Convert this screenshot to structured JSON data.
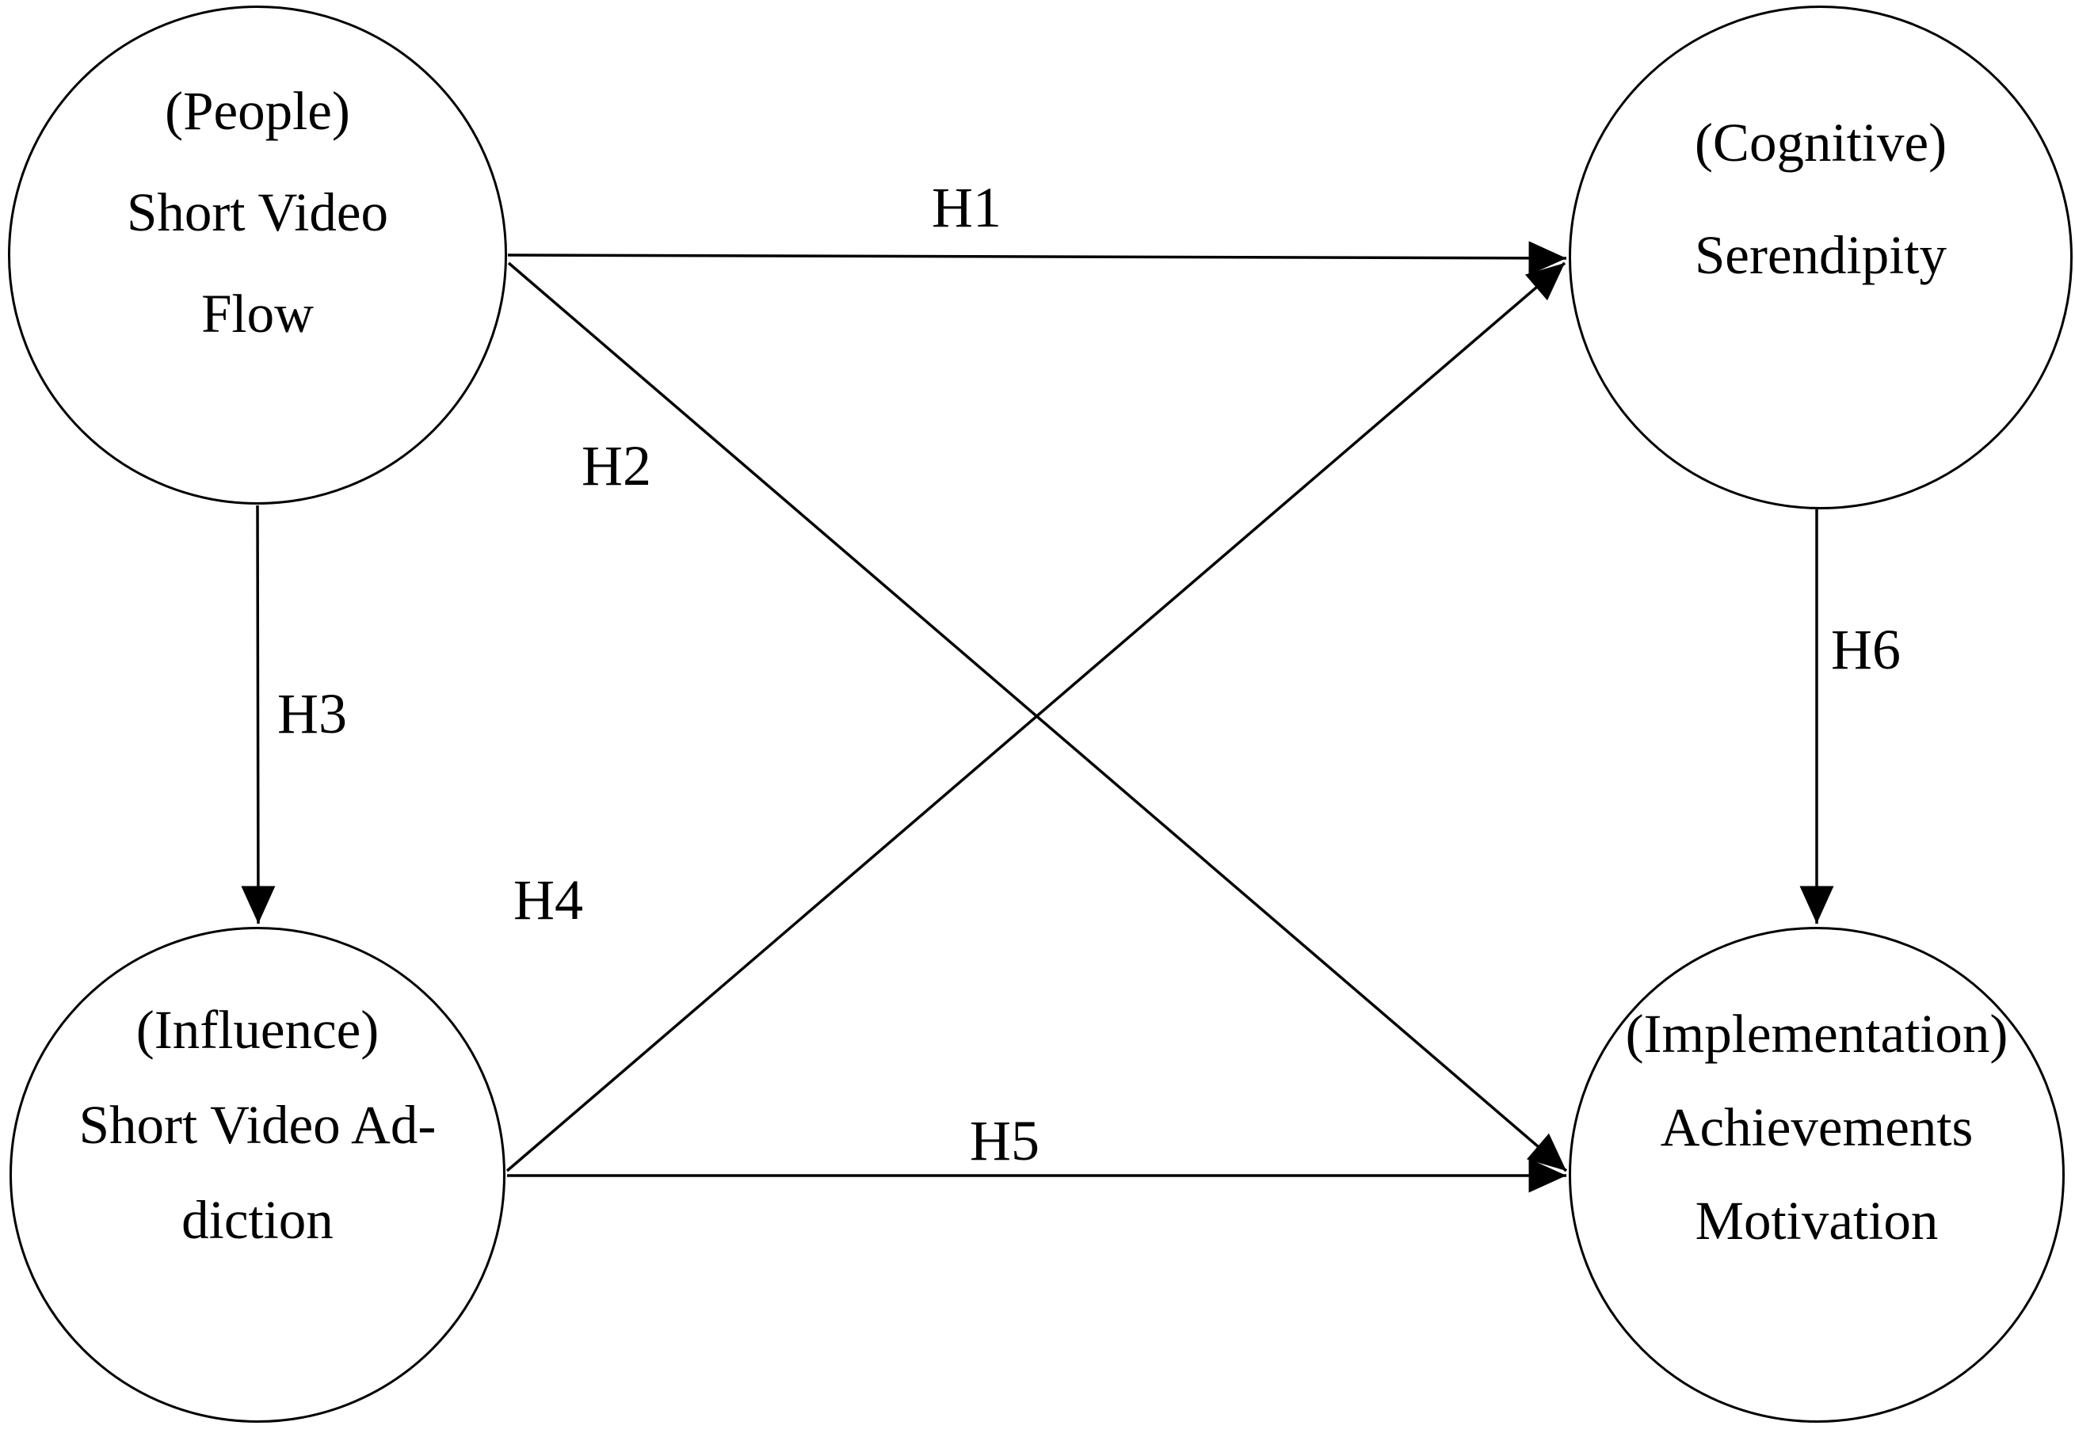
{
  "nodes": {
    "people": {
      "lines": [
        "(People)",
        "Short Video",
        "Flow"
      ]
    },
    "cognitive": {
      "lines": [
        "(Cognitive)",
        "Serendipity"
      ]
    },
    "influence": {
      "lines": [
        "(Influence)",
        "Short Video Ad-",
        "diction"
      ]
    },
    "implementation": {
      "lines": [
        "(Implementation)",
        "Achievements",
        "Motivation"
      ]
    }
  },
  "edges": {
    "h1": {
      "label": "H1",
      "from": "people",
      "to": "cognitive"
    },
    "h2": {
      "label": "H2",
      "from": "people",
      "to": "implementation"
    },
    "h3": {
      "label": "H3",
      "from": "people",
      "to": "influence"
    },
    "h4": {
      "label": "H4",
      "from": "influence",
      "to": "cognitive"
    },
    "h5": {
      "label": "H5",
      "from": "influence",
      "to": "implementation"
    },
    "h6": {
      "label": "H6",
      "from": "cognitive",
      "to": "implementation"
    }
  },
  "colors": {
    "stroke": "#000000",
    "node_fill": "#ffffff",
    "text": "#000000",
    "background": "#ffffff"
  }
}
